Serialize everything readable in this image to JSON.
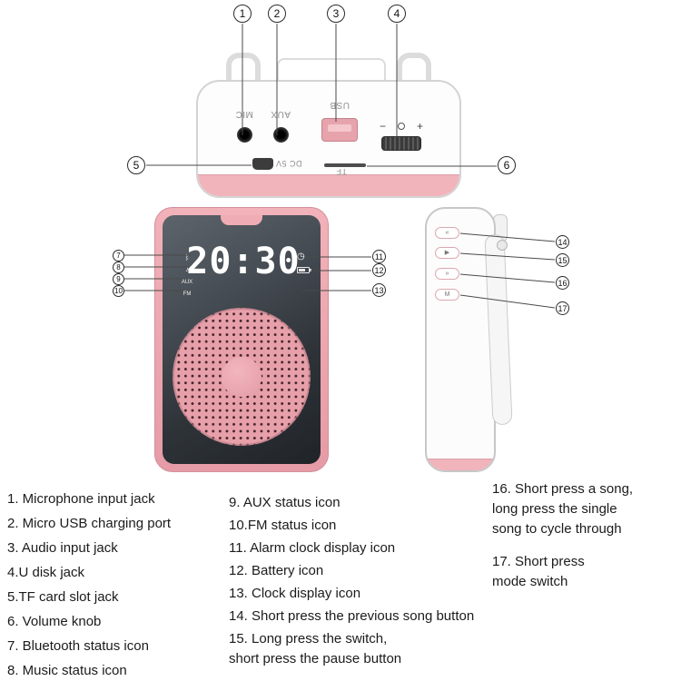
{
  "colors": {
    "pink": "#e7a0aa",
    "pink_light": "#f1b4bb",
    "screen_dark": "#2e3338",
    "callout_line": "#4a4a4a"
  },
  "top_view": {
    "mic_label": "MIC",
    "aux_label": "AUX",
    "usb_label": "USB",
    "dc_label": "DC 5V",
    "tf_label": "TF",
    "volume_minus": "−",
    "volume_plus": "+"
  },
  "front_view": {
    "clock": "20:30",
    "status_icons": {
      "bluetooth": "ᛒ",
      "music": "♪",
      "aux": "AUX",
      "fm": "FM"
    },
    "alarm_icon": "◷"
  },
  "side_view": {
    "button_prev": "«",
    "button_pause": "▶",
    "button_next": "»",
    "button_mode": "M"
  },
  "callouts": [
    "1",
    "2",
    "3",
    "4",
    "5",
    "6",
    "7",
    "8",
    "9",
    "10",
    "11",
    "12",
    "13",
    "14",
    "15",
    "16",
    "17"
  ],
  "legend": {
    "col1": [
      "1. Microphone input jack",
      "2. Micro USB charging port",
      "3. Audio input jack",
      "4.U disk jack",
      "5.TF card slot jack",
      "6. Volume knob",
      "7. Bluetooth status icon",
      "8. Music status icon"
    ],
    "col2": [
      "9. AUX status icon",
      "10.FM status icon",
      "11. Alarm clock display icon",
      "12. Battery icon",
      "13. Clock display icon",
      "14. Short press the previous song button",
      "15. Long press the switch,\nshort press the pause button"
    ],
    "col3": [
      "16. Short press a song,\nlong press the single\nsong to cycle through",
      "17. Short press\nmode switch"
    ]
  }
}
